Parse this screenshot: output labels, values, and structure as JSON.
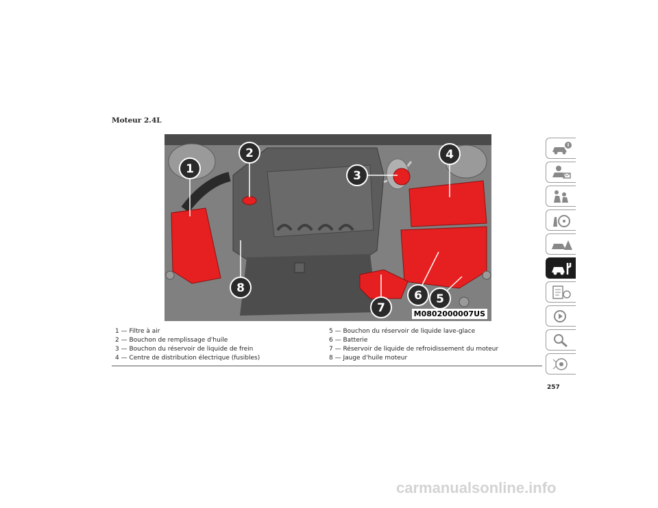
{
  "title": "Moteur 2.4L",
  "figure": {
    "code": "M0802000007US",
    "callout_numbers": [
      "1",
      "2",
      "3",
      "4",
      "5",
      "6",
      "7",
      "8"
    ],
    "highlight_color": "#e62020"
  },
  "legend": {
    "left": [
      "1 — Filtre à air",
      "2 — Bouchon de remplissage d'huile",
      "3 — Bouchon du réservoir de liquide de frein",
      "4 — Centre de distribution électrique (fusibles)"
    ],
    "right": [
      "5 — Bouchon du réservoir de liquide lave-glace",
      "6 — Batterie",
      "7 — Réservoir de liquide de refroidissement du moteur",
      "8 — Jauge d'huile moteur"
    ]
  },
  "page_number": "257",
  "side_tabs": [
    {
      "icon": "car-info-icon",
      "active": false
    },
    {
      "icon": "car-key-icon",
      "active": false
    },
    {
      "icon": "seat-safety-icon",
      "active": false
    },
    {
      "icon": "steering-wheel-icon",
      "active": false
    },
    {
      "icon": "warning-car-icon",
      "active": false
    },
    {
      "icon": "car-service-icon",
      "active": true
    },
    {
      "icon": "maintenance-list-icon",
      "active": false
    },
    {
      "icon": "media-icon",
      "active": false
    },
    {
      "icon": "search-index-icon",
      "active": false
    },
    {
      "icon": "language-icon",
      "active": false
    }
  ],
  "watermark": "carmanualsonline.info"
}
